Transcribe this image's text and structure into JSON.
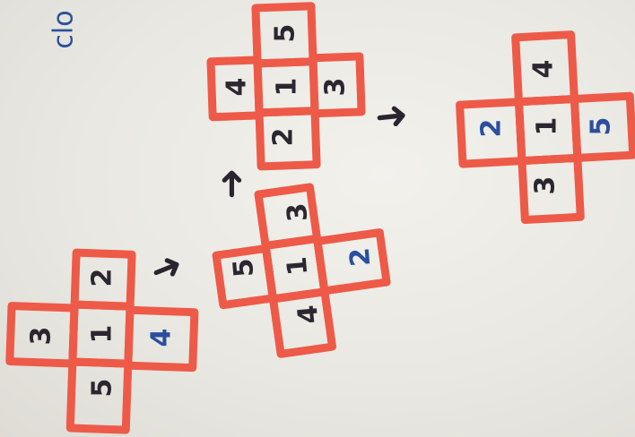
{
  "note_text": "clo",
  "colors": {
    "paper": "#ecebe6",
    "outline": "#ee5a48",
    "ink": "#2b2630",
    "blue_ink": "#2b4f9e"
  },
  "nets": [
    {
      "top": "2",
      "left": "3",
      "center": "1",
      "right": "4",
      "bottom": "5"
    },
    {
      "top": "3",
      "left": "5",
      "center": "1",
      "right": "2",
      "bottom": "4"
    },
    {
      "top": "5",
      "left": "4",
      "center": "1",
      "right": "3",
      "bottom": "2"
    },
    {
      "top": "4",
      "left": "2",
      "center": "1",
      "right": "5",
      "bottom": "3"
    }
  ],
  "arrows": [
    "arrow-right",
    "arrow-up",
    "arrow-right"
  ]
}
